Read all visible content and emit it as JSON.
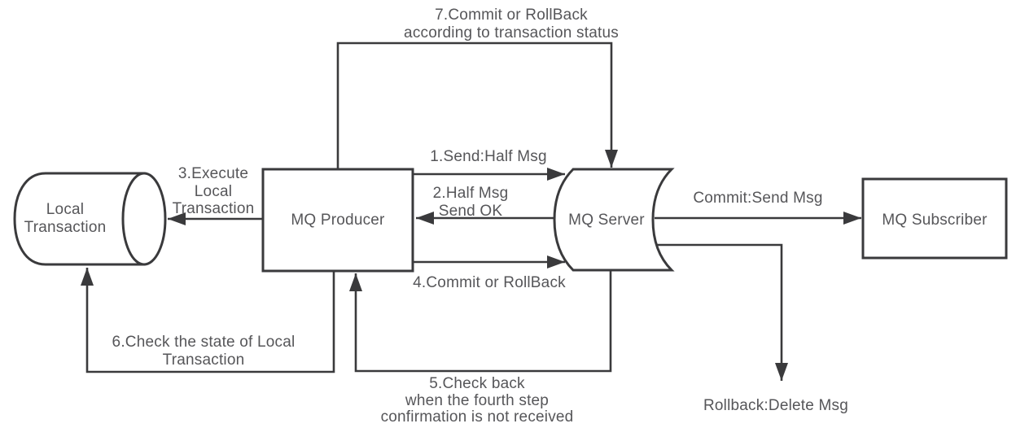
{
  "diagram": {
    "type": "flow-diagram",
    "colors": {
      "background": "#ffffff",
      "line": "#3a3a3c",
      "text": "#565659"
    },
    "nodes": {
      "local_transaction": {
        "shape": "cylinder",
        "lines": [
          "Local",
          "Transaction"
        ]
      },
      "mq_producer": {
        "shape": "rectangle",
        "label": "MQ Producer"
      },
      "mq_server": {
        "shape": "stored-data",
        "label": "MQ Server"
      },
      "mq_subscriber": {
        "shape": "rectangle",
        "label": "MQ Subscriber"
      }
    },
    "edges": {
      "step1": {
        "from": "mq_producer",
        "to": "mq_server",
        "lines": [
          "1.Send:Half Msg"
        ]
      },
      "step2": {
        "from": "mq_server",
        "to": "mq_producer",
        "lines": [
          "2.Half Msg",
          "Send OK"
        ]
      },
      "step3": {
        "from": "mq_producer",
        "to": "local_transaction",
        "lines": [
          "3.Execute",
          "Local",
          "Transaction"
        ]
      },
      "step4": {
        "from": "mq_producer",
        "to": "mq_server",
        "lines": [
          "4.Commit or RollBack"
        ]
      },
      "step5": {
        "from": "mq_server",
        "to": "mq_producer",
        "lines": [
          "5.Check back",
          "when the fourth step",
          "confirmation is not received"
        ]
      },
      "step6": {
        "from": "mq_producer",
        "to": "local_transaction",
        "lines": [
          "6.Check the state of Local",
          "Transaction"
        ]
      },
      "step7": {
        "from": "mq_producer",
        "to": "mq_server",
        "lines": [
          "7.Commit or RollBack",
          "according to transaction status"
        ]
      },
      "commit": {
        "from": "mq_server",
        "to": "mq_subscriber",
        "lines": [
          "Commit:Send Msg"
        ]
      },
      "rollback": {
        "from": "mq_server",
        "to": "deleted",
        "lines": [
          "Rollback:Delete Msg"
        ]
      }
    }
  }
}
